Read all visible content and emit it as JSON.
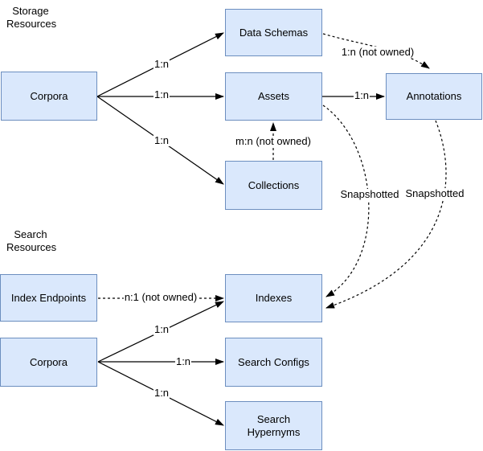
{
  "diagram": {
    "type": "entity-relationship-diagram",
    "colors": {
      "background": "#ffffff",
      "node_fill": "#dae8fc",
      "node_border": "#6c8ebf",
      "edge_line": "#000000",
      "text": "#000000"
    },
    "sections": [
      {
        "id": "storage",
        "label": "Storage\nResources"
      },
      {
        "id": "search",
        "label": "Search\nResources"
      }
    ],
    "nodes": [
      {
        "id": "corpora-storage",
        "label": "Corpora"
      },
      {
        "id": "data-schemas",
        "label": "Data Schemas"
      },
      {
        "id": "assets",
        "label": "Assets"
      },
      {
        "id": "annotations",
        "label": "Annotations"
      },
      {
        "id": "collections",
        "label": "Collections"
      },
      {
        "id": "index-endpoints",
        "label": "Index Endpoints"
      },
      {
        "id": "corpora-search",
        "label": "Corpora"
      },
      {
        "id": "indexes",
        "label": "Indexes"
      },
      {
        "id": "search-configs",
        "label": "Search Configs"
      },
      {
        "id": "search-hypernyms",
        "label": "Search\nHypernyms"
      }
    ],
    "edges": [
      {
        "from": "corpora-storage",
        "to": "data-schemas",
        "label": "1:n",
        "style": "solid"
      },
      {
        "from": "corpora-storage",
        "to": "assets",
        "label": "1:n",
        "style": "solid"
      },
      {
        "from": "corpora-storage",
        "to": "collections",
        "label": "1:n",
        "style": "solid"
      },
      {
        "from": "assets",
        "to": "annotations",
        "label": "1:n",
        "style": "solid"
      },
      {
        "from": "data-schemas",
        "to": "annotations",
        "label": "1:n (not owned)",
        "style": "dashed"
      },
      {
        "from": "collections",
        "to": "assets",
        "label": "m:n (not owned)",
        "style": "dashed"
      },
      {
        "from": "assets",
        "to": "indexes",
        "label": "Snapshotted",
        "style": "dashed"
      },
      {
        "from": "annotations",
        "to": "indexes",
        "label": "Snapshotted",
        "style": "dashed"
      },
      {
        "from": "index-endpoints",
        "to": "indexes",
        "label": "n:1 (not owned)",
        "style": "dashed"
      },
      {
        "from": "corpora-search",
        "to": "indexes",
        "label": "1:n",
        "style": "solid"
      },
      {
        "from": "corpora-search",
        "to": "search-configs",
        "label": "1:n",
        "style": "solid"
      },
      {
        "from": "corpora-search",
        "to": "search-hypernyms",
        "label": "1:n",
        "style": "solid"
      }
    ]
  }
}
